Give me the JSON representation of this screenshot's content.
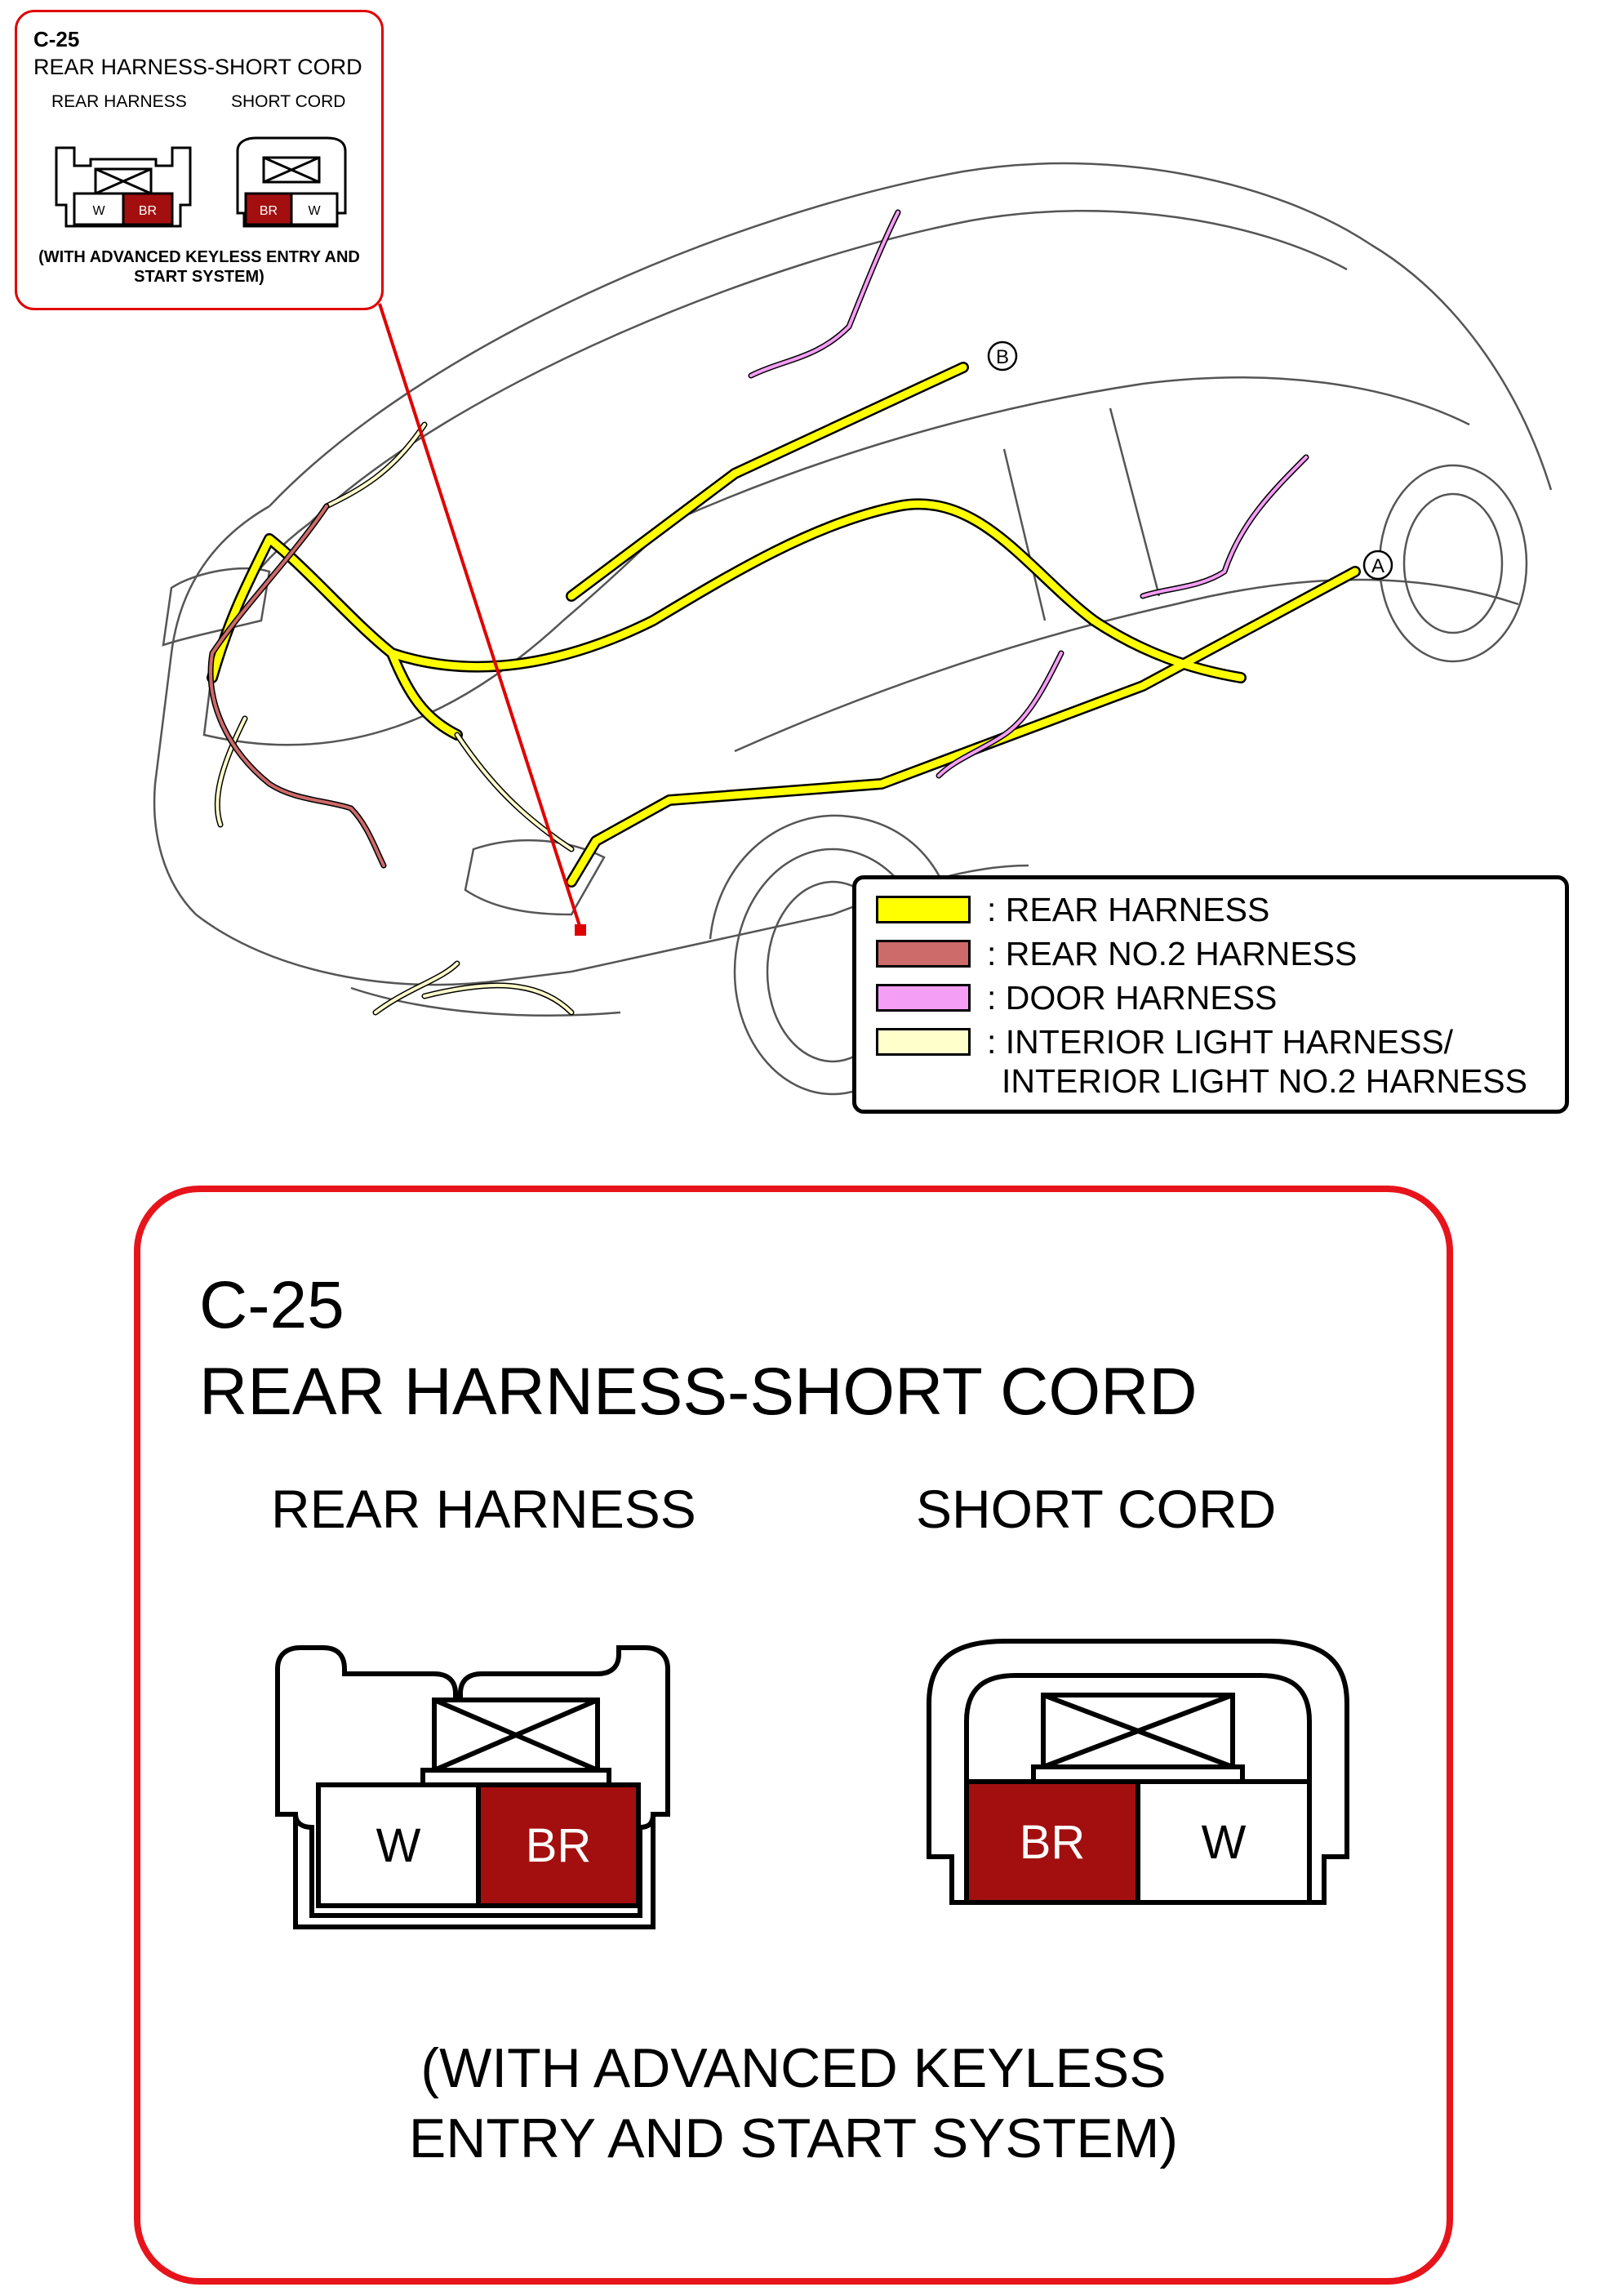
{
  "inset": {
    "code": "C-25",
    "title": "REAR HARNESS-SHORT CORD",
    "left_label": "REAR HARNESS",
    "right_label": "SHORT CORD",
    "note": "(WITH ADVANCED KEYLESS ENTRY AND START SYSTEM)"
  },
  "markers": {
    "a": "A",
    "b": "B"
  },
  "legend": {
    "items": [
      {
        "label": ": REAR HARNESS",
        "color": "#ffff00"
      },
      {
        "label": ": REAR NO.2 HARNESS",
        "color": "#cd6a6a"
      },
      {
        "label": ": DOOR HARNESS",
        "color": "#f59ef5"
      },
      {
        "label": ": INTERIOR LIGHT HARNESS/",
        "color": "#ffffcc"
      },
      {
        "label": "INTERIOR LIGHT NO.2 HARNESS",
        "color": ""
      }
    ]
  },
  "connector": {
    "code": "C-25",
    "title": "REAR HARNESS-SHORT CORD",
    "left_label": "REAR HARNESS",
    "right_label": "SHORT CORD",
    "left_pins": [
      {
        "label": "W",
        "color": "#ffffff"
      },
      {
        "label": "BR",
        "color": "#a30f0f"
      }
    ],
    "right_pins": [
      {
        "label": "BR",
        "color": "#a30f0f"
      },
      {
        "label": "W",
        "color": "#ffffff"
      }
    ],
    "note_line1": "(WITH ADVANCED KEYLESS",
    "note_line2": "ENTRY AND START SYSTEM)"
  },
  "colors": {
    "callout_border": "#e8141b",
    "rear_harness": "#ffff00",
    "rear_no2_harness": "#cd6a6a",
    "door_harness": "#f59ef5",
    "interior_light_harness": "#ffffcc",
    "pin_brown": "#a30f0f"
  }
}
